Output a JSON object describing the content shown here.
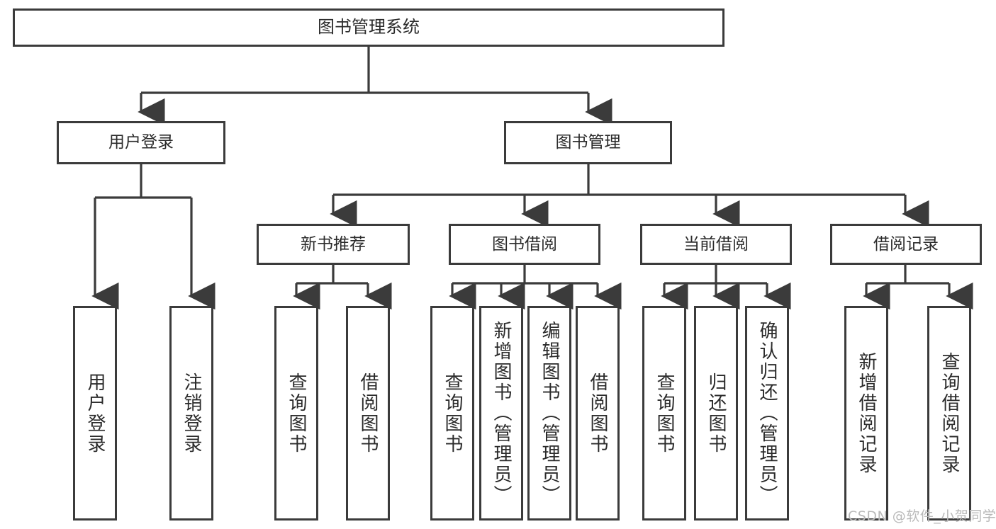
{
  "diagram": {
    "title": "图书管理系统",
    "type": "tree",
    "root": {
      "label": "图书管理系统"
    },
    "level1": [
      {
        "label": "用户登录"
      },
      {
        "label": "图书管理"
      }
    ],
    "level2": [
      {
        "label": "新书推荐",
        "parent": "图书管理"
      },
      {
        "label": "图书借阅",
        "parent": "图书管理"
      },
      {
        "label": "当前借阅",
        "parent": "图书管理"
      },
      {
        "label": "借阅记录",
        "parent": "图书管理"
      }
    ],
    "leaves": {
      "user_login": [
        {
          "label": "用户登录"
        },
        {
          "label": "注销登录"
        }
      ],
      "new_book_recommend": [
        {
          "label": "查询图书"
        },
        {
          "label": "借阅图书"
        }
      ],
      "book_borrow": [
        {
          "label": "查询图书"
        },
        {
          "label": "新增图书（管理员）"
        },
        {
          "label": "编辑图书（管理员）"
        },
        {
          "label": "借阅图书"
        }
      ],
      "current_borrow": [
        {
          "label": "查询图书"
        },
        {
          "label": "归还图书"
        },
        {
          "label": "确认归还（管理员）"
        }
      ],
      "borrow_records": [
        {
          "label": "新增借阅记录"
        },
        {
          "label": "查询借阅记录"
        }
      ]
    }
  },
  "watermark": {
    "text": "CSDN @软件_小贺同学"
  },
  "colors": {
    "border": "#3b3b3b",
    "text": "#2b2b2b",
    "background": "#ffffff",
    "watermark": "#b9b9b9"
  }
}
